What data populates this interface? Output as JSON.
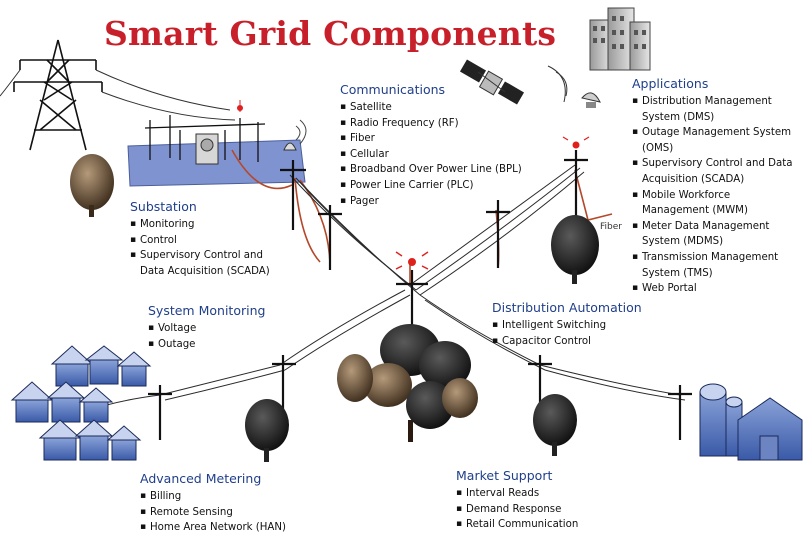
{
  "title": "Smart Grid Components",
  "fiber_label": "Fiber",
  "sections": {
    "communications": {
      "heading": "Communications",
      "items": [
        "Satellite",
        "Radio Frequency (RF)",
        "Fiber",
        "Cellular",
        "Broadband Over Power Line (BPL)",
        "Power Line Carrier (PLC)",
        "Pager"
      ]
    },
    "applications": {
      "heading": "Applications",
      "items": [
        "Distribution Management",
        "System (DMS)",
        "Outage Management System",
        "(OMS)",
        "Supervisory Control and Data",
        "Acquisition (SCADA)",
        "Mobile Workforce",
        "Management (MWM)",
        "Meter Data Management",
        "System (MDMS)",
        "Transmission Management",
        "System (TMS)",
        "Web Portal"
      ]
    },
    "substation": {
      "heading": "Substation",
      "items": [
        "Monitoring",
        "Control",
        "Supervisory Control and",
        "Data Acquisition (SCADA)"
      ]
    },
    "system_monitoring": {
      "heading": "System Monitoring",
      "items": [
        "Voltage",
        "Outage"
      ]
    },
    "distribution_automation": {
      "heading": "Distribution Automation",
      "items": [
        "Intelligent Switching",
        "Capacitor Control"
      ]
    },
    "advanced_metering": {
      "heading": "Advanced Metering",
      "items": [
        "Billing",
        "Remote Sensing",
        "Home Area Network (HAN)"
      ]
    },
    "market_support": {
      "heading": "Market Support",
      "items": [
        "Interval Reads",
        "Demand Response",
        "Retail Communication"
      ]
    }
  },
  "colors": {
    "title": "#c8202a",
    "heading": "#1f3f8a",
    "fiber": "#b5482a",
    "power_line": "#2a2a2a"
  }
}
